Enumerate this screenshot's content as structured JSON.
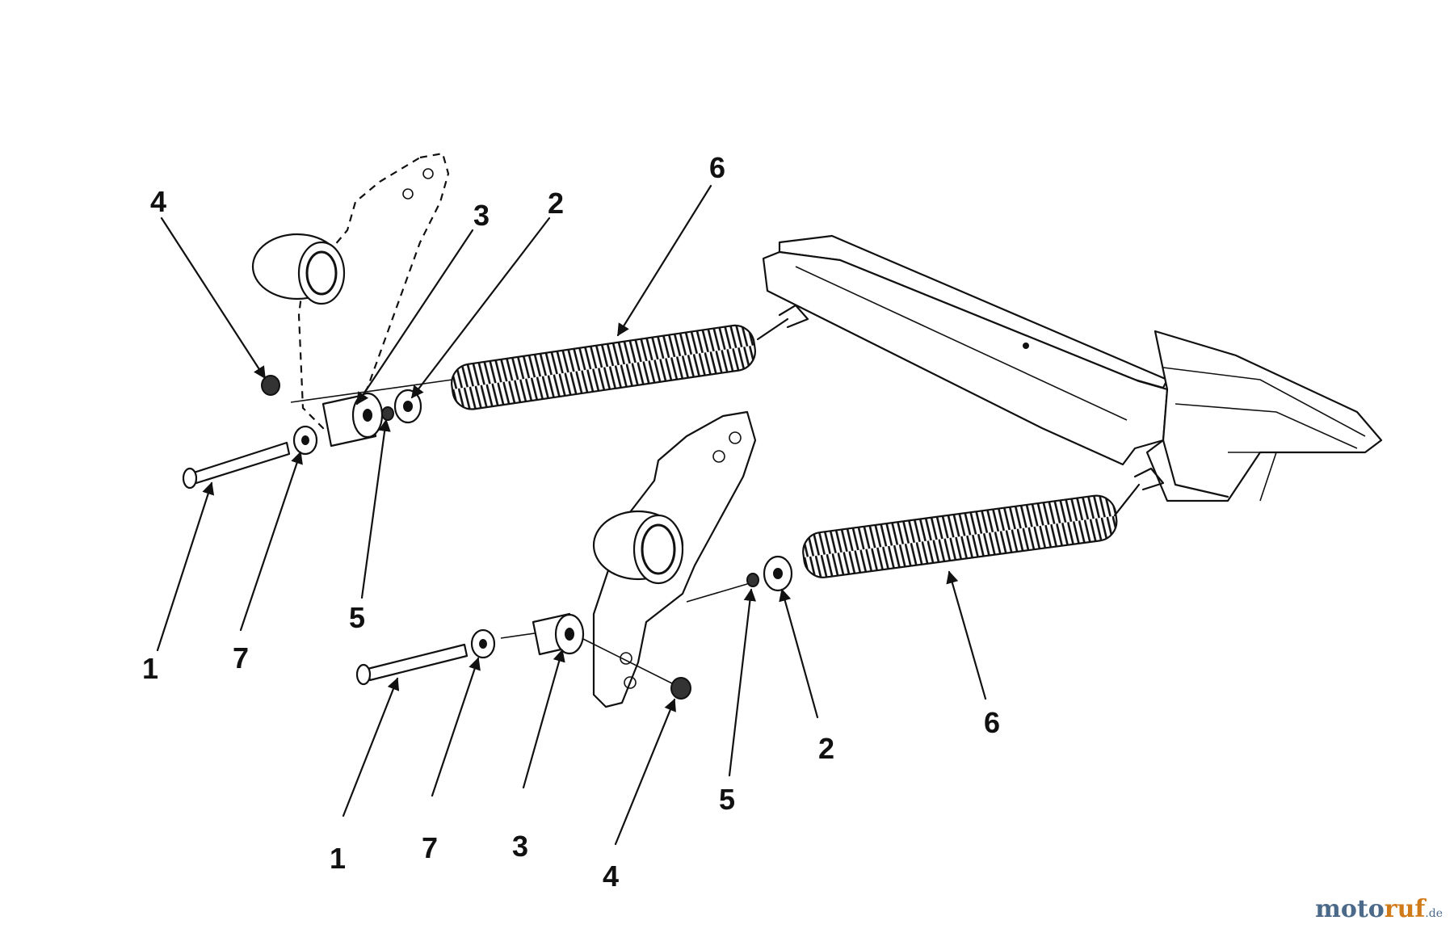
{
  "callouts": [
    {
      "id": "c4a",
      "text": "4"
    },
    {
      "id": "c3a",
      "text": "3"
    },
    {
      "id": "c2a",
      "text": "2"
    },
    {
      "id": "c6a",
      "text": "6"
    },
    {
      "id": "c5a",
      "text": "5"
    },
    {
      "id": "c1a",
      "text": "1"
    },
    {
      "id": "c7a",
      "text": "7"
    },
    {
      "id": "c1b",
      "text": "1"
    },
    {
      "id": "c7b",
      "text": "7"
    },
    {
      "id": "c3b",
      "text": "3"
    },
    {
      "id": "c4b",
      "text": "4"
    },
    {
      "id": "c5b",
      "text": "5"
    },
    {
      "id": "c2b",
      "text": "2"
    },
    {
      "id": "c6b",
      "text": "6"
    }
  ],
  "watermark": {
    "main": "moto",
    "accent": "ruf",
    "suffix": ".de"
  }
}
